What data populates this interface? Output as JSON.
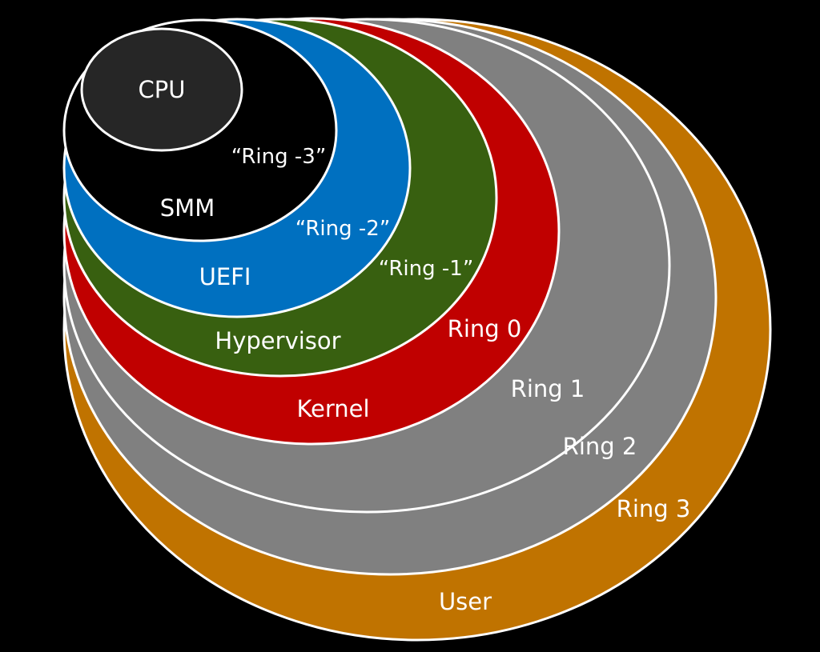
{
  "title": "Privilege rings diagram",
  "rings": [
    {
      "id": "ring3",
      "color": "#C07300",
      "ring_label": "Ring 3",
      "area_label": "User"
    },
    {
      "id": "ring2",
      "color": "#808080",
      "ring_label": "Ring 2",
      "area_label": ""
    },
    {
      "id": "ring1",
      "color": "#808080",
      "ring_label": "Ring 1",
      "area_label": ""
    },
    {
      "id": "ring0",
      "color": "#C00000",
      "ring_label": "Ring 0",
      "area_label": "Kernel"
    },
    {
      "id": "ring-1",
      "color": "#386010",
      "ring_label": "“Ring -1”",
      "area_label": "Hypervisor"
    },
    {
      "id": "ring-2",
      "color": "#0070C0",
      "ring_label": "“Ring -2”",
      "area_label": "UEFI"
    },
    {
      "id": "ring-3",
      "color": "#000000",
      "ring_label": "“Ring -3”",
      "area_label": "SMM"
    },
    {
      "id": "cpu",
      "color": "#262626",
      "ring_label": "",
      "area_label": "CPU"
    }
  ],
  "outline_color": "#FFFFFF"
}
